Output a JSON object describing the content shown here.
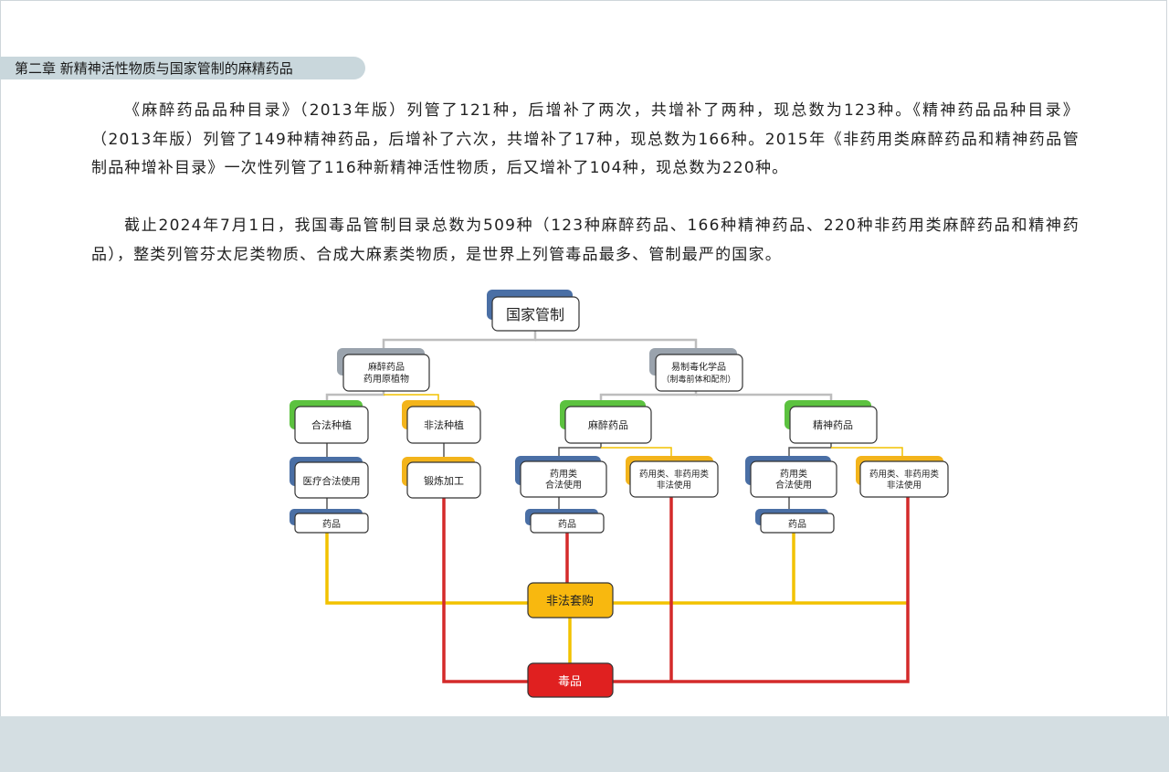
{
  "chapter": {
    "title": "第二章 新精神活性物质与国家管制的麻精药品"
  },
  "paragraphs": [
    "《麻醉药品品种目录》（2013年版）列管了121种，后增补了两次，共增补了两种，现总数为123种。《精神药品品种目录》（2013年版）列管了149种精神药品，后增补了六次，共增补了17种，现总数为166种。2015年《非药用类麻醉药品和精神药品管制品种增补目录》一次性列管了116种新精神活性物质，后又增补了104种，现总数为220种。",
    "截止2024年7月1日，我国毒品管制目录总数为509种（123种麻醉药品、166种精神药品、220种非药用类麻醉药品和精神药品），整类列管芬太尼类物质、合成大麻素类物质，是世界上列管毒品最多、管制最严的国家。"
  ],
  "diagram": {
    "root": "国家管制",
    "plant_branch": [
      "麻醉药品",
      "药用原植物"
    ],
    "precursor_branch": [
      "易制毒化学品",
      "（制毒前体和配剂）"
    ],
    "legal_planting": "合法种植",
    "illegal_planting": "非法种植",
    "medical_legal_use": "医疗合法使用",
    "refining": "锻炼加工",
    "drug_product": "药品",
    "narcotic_drugs": "麻醉药品",
    "psychotropic_drugs": "精神药品",
    "medicinal_legal_use": [
      "药用类",
      "合法使用"
    ],
    "illegal_use": [
      "药用类、非药用类",
      "非法使用"
    ],
    "illegal_purchase": "非法套购",
    "drugs": "毒品"
  },
  "colors": {
    "blue_tab": "#4a6fa5",
    "gray_tab": "#9aa3ad",
    "green_tab": "#5cc23f",
    "yellow_tab": "#f3b41b",
    "line_gray": "#bdbdbd",
    "line_yellow": "#f2c200",
    "line_red": "#d42a2a",
    "orange_box": "#f8b80f",
    "red_box": "#e02020"
  }
}
